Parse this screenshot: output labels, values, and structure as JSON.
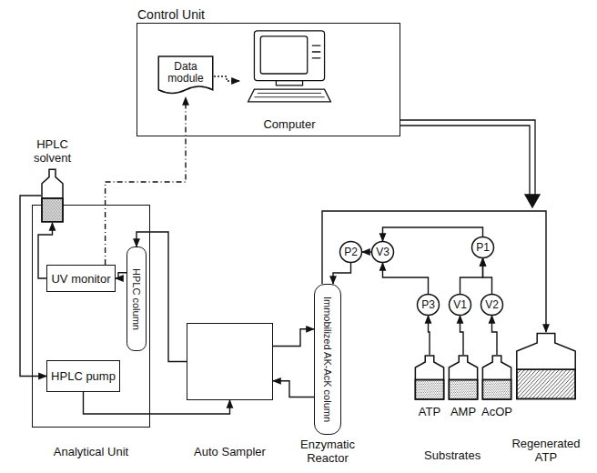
{
  "diagram": {
    "nodes": [
      {
        "text": [
          "Control Unit"
        ]
      },
      {
        "text": [
          "Data module"
        ],
        "in": 0
      },
      {
        "text": [
          "Computer"
        ],
        "in": 0
      },
      {
        "text": [
          "Analytical Unit"
        ]
      },
      {
        "text": [
          "HPLC solvent"
        ]
      },
      {
        "text": [
          "UV monitor"
        ],
        "in": 3
      },
      {
        "text": [
          "HPLC pump"
        ],
        "in": 3
      },
      {
        "text": [
          "HPLC column"
        ],
        "in": 3
      },
      {
        "text": [
          "Auto Sampler"
        ]
      },
      {
        "text": [
          "Immobilized AK-AcK column",
          "Enzymatic Reactor"
        ]
      },
      {
        "text": [
          "P2"
        ]
      },
      {
        "text": [
          "V3"
        ]
      },
      {
        "text": [
          "P3"
        ]
      },
      {
        "text": [
          "V1"
        ]
      },
      {
        "text": [
          "V2"
        ]
      },
      {
        "text": [
          "P1"
        ]
      },
      {
        "text": [
          "ATP"
        ]
      },
      {
        "text": [
          "AMP"
        ]
      },
      {
        "text": [
          "AcOP"
        ]
      },
      {
        "text": [
          "Regenerated ATP"
        ]
      }
    ],
    "edges": [
      {
        "from": 5,
        "to": 1,
        "arrow": "to"
      },
      {
        "from": 1,
        "to": 2,
        "arrow": "to"
      },
      {
        "from": 4,
        "to": 6,
        "arrow": "to"
      },
      {
        "from": 6,
        "to": 8,
        "arrow": "to"
      },
      {
        "from": 8,
        "to": 7,
        "arrow": "to"
      },
      {
        "from": 7,
        "to": 5,
        "arrow": "to"
      },
      {
        "from": 5,
        "to": 4,
        "arrow": "to"
      },
      {
        "from": 8,
        "to": 9,
        "arrow": "to"
      },
      {
        "from": 9,
        "to": 8,
        "arrow": "to"
      },
      {
        "from": 9,
        "to": 19,
        "arrow": "to"
      },
      {
        "from": 10,
        "to": 9,
        "arrow": "to"
      },
      {
        "from": 11,
        "to": 10,
        "arrow": "to"
      },
      {
        "from": 15,
        "to": 11,
        "arrow": "to"
      },
      {
        "from": 12,
        "to": 11,
        "arrow": "to"
      },
      {
        "from": 16,
        "to": 12,
        "arrow": "to"
      },
      {
        "from": 17,
        "to": 13,
        "arrow": "to"
      },
      {
        "from": 18,
        "to": 14,
        "arrow": "to"
      },
      {
        "from": 13,
        "to": 15,
        "arrow": "to"
      },
      {
        "from": 14,
        "to": 15,
        "arrow": "to"
      }
    ],
    "labels": [
      "Substrates"
    ]
  }
}
